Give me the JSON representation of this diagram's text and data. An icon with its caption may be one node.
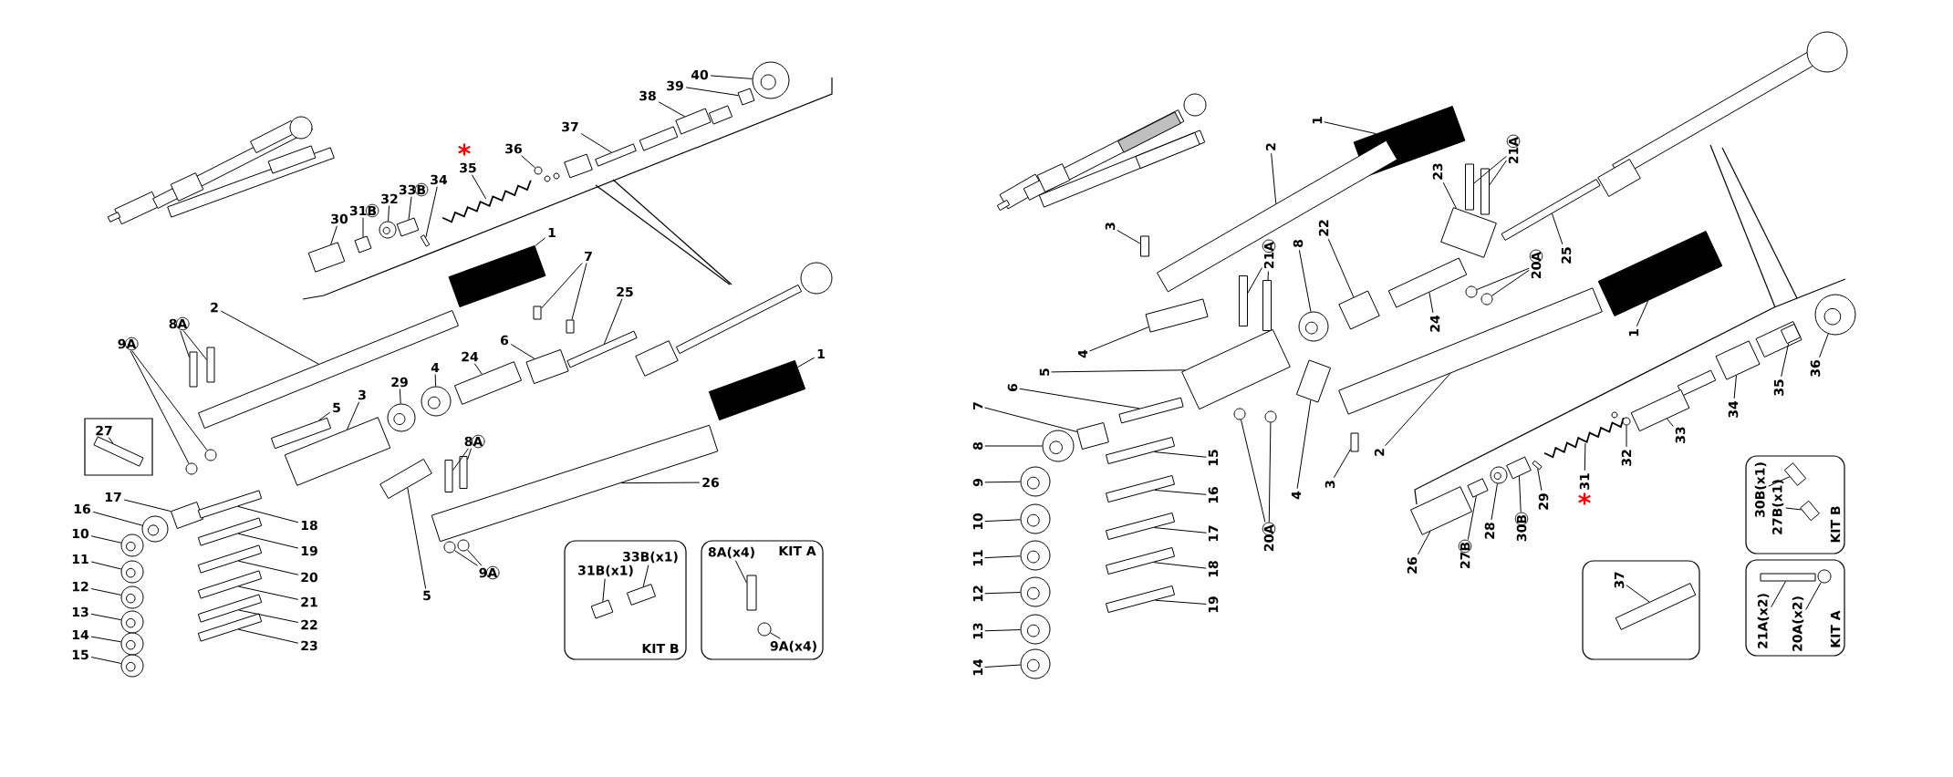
{
  "diagram": {
    "nodes": [
      {
        "text": [
          "40"
        ]
      },
      {
        "text": [
          "39"
        ]
      },
      {
        "text": [
          "38"
        ]
      },
      {
        "text": [
          "37"
        ]
      },
      {
        "text": [
          "36"
        ]
      },
      {
        "text": [
          "35"
        ]
      },
      {
        "text": [
          "34"
        ]
      },
      {
        "text": [
          "33B"
        ]
      },
      {
        "text": [
          "32"
        ]
      },
      {
        "text": [
          "31B"
        ]
      },
      {
        "text": [
          "30"
        ]
      },
      {
        "text": [
          "1"
        ]
      },
      {
        "text": [
          "7"
        ]
      },
      {
        "text": [
          "25"
        ]
      },
      {
        "text": [
          "2"
        ]
      },
      {
        "text": [
          "8A"
        ]
      },
      {
        "text": [
          "9A"
        ]
      },
      {
        "text": [
          "6"
        ]
      },
      {
        "text": [
          "24"
        ]
      },
      {
        "text": [
          "1"
        ]
      },
      {
        "text": [
          "4"
        ]
      },
      {
        "text": [
          "29"
        ]
      },
      {
        "text": [
          "3"
        ]
      },
      {
        "text": [
          "5"
        ]
      },
      {
        "text": [],
        "shape": "box"
      },
      {
        "text": [
          "27"
        ],
        "in": 24
      },
      {
        "text": [
          "17"
        ]
      },
      {
        "text": [
          "16"
        ]
      },
      {
        "text": [
          "10"
        ]
      },
      {
        "text": [
          "11"
        ]
      },
      {
        "text": [
          "12"
        ]
      },
      {
        "text": [
          "13"
        ]
      },
      {
        "text": [
          "14"
        ]
      },
      {
        "text": [
          "15"
        ]
      },
      {
        "text": [
          "18"
        ]
      },
      {
        "text": [
          "19"
        ]
      },
      {
        "text": [
          "20"
        ]
      },
      {
        "text": [
          "21"
        ]
      },
      {
        "text": [
          "22"
        ]
      },
      {
        "text": [
          "23"
        ]
      },
      {
        "text": [
          "8A"
        ]
      },
      {
        "text": [
          "26"
        ]
      },
      {
        "text": [
          "9A"
        ]
      },
      {
        "text": [
          "5"
        ]
      },
      {
        "text": [
          "KIT B"
        ]
      },
      {
        "text": [
          "31B(x1)"
        ],
        "in": 44
      },
      {
        "text": [
          "33B(x1)"
        ],
        "in": 44
      },
      {
        "text": [
          "KIT A"
        ]
      },
      {
        "text": [
          "8A(x4)"
        ],
        "in": 47
      },
      {
        "text": [
          "9A(x4)"
        ],
        "in": 47
      },
      {
        "text": [
          "1"
        ]
      },
      {
        "text": [
          "2"
        ]
      },
      {
        "text": [
          "3"
        ]
      },
      {
        "text": [
          "23"
        ]
      },
      {
        "text": [
          "21A"
        ]
      },
      {
        "text": [
          "21A"
        ]
      },
      {
        "text": [
          "8"
        ]
      },
      {
        "text": [
          "22"
        ]
      },
      {
        "text": [
          "24"
        ]
      },
      {
        "text": [
          "25"
        ]
      },
      {
        "text": [
          "20A"
        ]
      },
      {
        "text": [
          "1"
        ]
      },
      {
        "text": [
          "4"
        ]
      },
      {
        "text": [
          "5"
        ]
      },
      {
        "text": [
          "6"
        ]
      },
      {
        "text": [
          "7"
        ]
      },
      {
        "text": [
          "8"
        ]
      },
      {
        "text": [
          "9"
        ]
      },
      {
        "text": [
          "10"
        ]
      },
      {
        "text": [
          "11"
        ]
      },
      {
        "text": [
          "12"
        ]
      },
      {
        "text": [
          "13"
        ]
      },
      {
        "text": [
          "14"
        ]
      },
      {
        "text": [
          "15"
        ]
      },
      {
        "text": [
          "16"
        ]
      },
      {
        "text": [
          "17"
        ]
      },
      {
        "text": [
          "18"
        ]
      },
      {
        "text": [
          "19"
        ]
      },
      {
        "text": [
          "20A"
        ]
      },
      {
        "text": [
          "4"
        ]
      },
      {
        "text": [
          "3"
        ]
      },
      {
        "text": [
          "2"
        ]
      },
      {
        "text": [
          "26"
        ]
      },
      {
        "text": [
          "27B"
        ]
      },
      {
        "text": [
          "28"
        ]
      },
      {
        "text": [
          "30B"
        ]
      },
      {
        "text": [
          "29"
        ]
      },
      {
        "text": [
          "31"
        ]
      },
      {
        "text": [
          "32"
        ]
      },
      {
        "text": [
          "33"
        ]
      },
      {
        "text": [
          "34"
        ]
      },
      {
        "text": [
          "35"
        ]
      },
      {
        "text": [
          "36"
        ]
      },
      {
        "text": [],
        "shape": "box"
      },
      {
        "text": [
          "37"
        ],
        "in": 93
      },
      {
        "text": [
          "KIT B"
        ]
      },
      {
        "text": [
          "30B(x1)"
        ],
        "in": 95
      },
      {
        "text": [
          "27B(x1)"
        ],
        "in": 95
      },
      {
        "text": [
          "KIT A"
        ]
      },
      {
        "text": [
          "21A(x2)"
        ],
        "in": 98
      },
      {
        "text": [
          "20A(x2)"
        ],
        "in": 98
      },
      {
        "text": [],
        "shape": "circle"
      },
      {
        "text": [],
        "shape": "box"
      },
      {
        "text": [],
        "shape": "box"
      },
      {
        "text": [],
        "shape": "box"
      },
      {
        "text": [],
        "shape": "circle"
      },
      {
        "text": [],
        "shape": "picture"
      },
      {
        "text": [],
        "shape": "box"
      },
      {
        "text": [],
        "shape": "box"
      },
      {
        "text": [],
        "shape": "circle"
      },
      {
        "text": [],
        "shape": "box"
      },
      {
        "text": [],
        "shape": "box"
      },
      {
        "text": [],
        "shape": "box"
      },
      {
        "text": [],
        "shape": "box"
      },
      {
        "text": [],
        "shape": "box"
      },
      {
        "text": [],
        "shape": "box"
      },
      {
        "text": [],
        "shape": "box"
      },
      {
        "text": [],
        "shape": "box"
      },
      {
        "text": [],
        "shape": "box"
      },
      {
        "text": [],
        "shape": "circle"
      },
      {
        "text": [],
        "shape": "circle"
      },
      {
        "text": [],
        "shape": "box"
      },
      {
        "text": [],
        "shape": "box"
      },
      {
        "text": [],
        "shape": "box"
      },
      {
        "text": [],
        "shape": "circle"
      },
      {
        "text": [],
        "shape": "circle"
      },
      {
        "text": [],
        "shape": "box"
      },
      {
        "text": [],
        "shape": "box"
      },
      {
        "text": [],
        "shape": "box",
        "in": 24
      },
      {
        "text": [],
        "shape": "box"
      },
      {
        "text": [],
        "shape": "circle"
      },
      {
        "text": [],
        "shape": "circle"
      },
      {
        "text": [],
        "shape": "circle"
      },
      {
        "text": [],
        "shape": "circle"
      },
      {
        "text": [],
        "shape": "circle"
      },
      {
        "text": [],
        "shape": "circle"
      },
      {
        "text": [],
        "shape": "circle"
      },
      {
        "text": [],
        "shape": "box"
      },
      {
        "text": [],
        "shape": "box"
      },
      {
        "text": [],
        "shape": "box"
      },
      {
        "text": [],
        "shape": "box"
      },
      {
        "text": [],
        "shape": "box"
      },
      {
        "text": [],
        "shape": "box"
      },
      {
        "text": [],
        "shape": "box"
      },
      {
        "text": [],
        "shape": "box"
      },
      {
        "text": [],
        "shape": "box"
      },
      {
        "text": [],
        "shape": "circle"
      },
      {
        "text": [],
        "shape": "circle"
      },
      {
        "text": [],
        "shape": "box"
      },
      {
        "text": [],
        "shape": "box",
        "in": 44
      },
      {
        "text": [],
        "shape": "box",
        "in": 44
      },
      {
        "text": [],
        "shape": "box",
        "in": 47
      },
      {
        "text": [],
        "shape": "circle",
        "in": 47
      },
      {
        "text": [],
        "shape": "box"
      },
      {
        "text": [],
        "shape": "box"
      },
      {
        "text": [],
        "shape": "box"
      },
      {
        "text": [],
        "shape": "box"
      },
      {
        "text": [],
        "shape": "box"
      },
      {
        "text": [],
        "shape": "box"
      },
      {
        "text": [],
        "shape": "box"
      },
      {
        "text": [],
        "shape": "box"
      },
      {
        "text": [],
        "shape": "circle"
      },
      {
        "text": [],
        "shape": "box"
      },
      {
        "text": [],
        "shape": "box"
      },
      {
        "text": [],
        "shape": "box"
      },
      {
        "text": [],
        "shape": "circle"
      },
      {
        "text": [],
        "shape": "circle"
      },
      {
        "text": [],
        "shape": "box"
      },
      {
        "text": [],
        "shape": "box"
      },
      {
        "text": [],
        "shape": "box"
      },
      {
        "text": [],
        "shape": "box"
      },
      {
        "text": [],
        "shape": "box"
      },
      {
        "text": [],
        "shape": "circle"
      },
      {
        "text": [],
        "shape": "circle"
      },
      {
        "text": [],
        "shape": "circle"
      },
      {
        "text": [],
        "shape": "circle"
      },
      {
        "text": [],
        "shape": "circle"
      },
      {
        "text": [],
        "shape": "circle"
      },
      {
        "text": [],
        "shape": "circle"
      },
      {
        "text": [],
        "shape": "box"
      },
      {
        "text": [],
        "shape": "box"
      },
      {
        "text": [],
        "shape": "box"
      },
      {
        "text": [],
        "shape": "box"
      },
      {
        "text": [],
        "shape": "box"
      },
      {
        "text": [],
        "shape": "circle"
      },
      {
        "text": [],
        "shape": "circle"
      },
      {
        "text": [],
        "shape": "box"
      },
      {
        "text": [],
        "shape": "box"
      },
      {
        "text": [],
        "shape": "box"
      },
      {
        "text": [],
        "shape": "box"
      },
      {
        "text": [],
        "shape": "box"
      },
      {
        "text": [],
        "shape": "circle"
      },
      {
        "text": [],
        "shape": "box"
      },
      {
        "text": [],
        "shape": "box"
      },
      {
        "text": [],
        "shape": "picture"
      },
      {
        "text": [],
        "shape": "circle"
      },
      {
        "text": [],
        "shape": "box"
      },
      {
        "text": [],
        "shape": "box"
      },
      {
        "text": [],
        "shape": "box"
      },
      {
        "text": [],
        "shape": "circle"
      },
      {
        "text": [],
        "shape": "box",
        "in": 93
      },
      {
        "text": [],
        "shape": "box",
        "in": 95
      },
      {
        "text": [],
        "shape": "box",
        "in": 95
      },
      {
        "text": [],
        "shape": "box",
        "in": 98
      },
      {
        "text": [],
        "shape": "circle",
        "in": 98
      }
    ],
    "edges": [
      {
        "from": 0,
        "to": 101,
        "arrow": "none"
      },
      {
        "from": 1,
        "to": 102,
        "arrow": "none"
      },
      {
        "from": 2,
        "to": 103,
        "arrow": "none"
      },
      {
        "from": 3,
        "to": 104,
        "arrow": "none"
      },
      {
        "from": 4,
        "to": 105,
        "arrow": "none"
      },
      {
        "from": 5,
        "to": 106,
        "arrow": "none"
      },
      {
        "from": 6,
        "to": 107,
        "arrow": "none"
      },
      {
        "from": 7,
        "to": 108,
        "arrow": "none"
      },
      {
        "from": 8,
        "to": 109,
        "arrow": "none"
      },
      {
        "from": 9,
        "to": 110,
        "arrow": "none"
      },
      {
        "from": 10,
        "to": 111,
        "arrow": "none"
      },
      {
        "from": 11,
        "to": 112,
        "arrow": "none"
      },
      {
        "from": 12,
        "to": 113,
        "arrow": "none"
      },
      {
        "from": 12,
        "to": 114,
        "arrow": "none"
      },
      {
        "from": 13,
        "to": 115,
        "arrow": "none"
      },
      {
        "from": 14,
        "to": 116,
        "arrow": "none"
      },
      {
        "from": 15,
        "to": 117,
        "arrow": "none"
      },
      {
        "from": 15,
        "to": 118,
        "arrow": "none"
      },
      {
        "from": 16,
        "to": 119,
        "arrow": "none"
      },
      {
        "from": 16,
        "to": 120,
        "arrow": "none"
      },
      {
        "from": 17,
        "to": 121,
        "arrow": "none"
      },
      {
        "from": 18,
        "to": 122,
        "arrow": "none"
      },
      {
        "from": 19,
        "to": 123,
        "arrow": "none"
      },
      {
        "from": 20,
        "to": 124,
        "arrow": "none"
      },
      {
        "from": 21,
        "to": 125,
        "arrow": "none"
      },
      {
        "from": 22,
        "to": 126,
        "arrow": "none"
      },
      {
        "from": 23,
        "to": 127,
        "arrow": "none"
      },
      {
        "from": 25,
        "to": 128,
        "arrow": "none"
      },
      {
        "from": 26,
        "to": 129,
        "arrow": "none"
      },
      {
        "from": 27,
        "to": 130,
        "arrow": "none"
      },
      {
        "from": 28,
        "to": 131,
        "arrow": "none"
      },
      {
        "from": 29,
        "to": 132,
        "arrow": "none"
      },
      {
        "from": 30,
        "to": 133,
        "arrow": "none"
      },
      {
        "from": 31,
        "to": 134,
        "arrow": "none"
      },
      {
        "from": 32,
        "to": 135,
        "arrow": "none"
      },
      {
        "from": 33,
        "to": 136,
        "arrow": "none"
      },
      {
        "from": 34,
        "to": 137,
        "arrow": "none"
      },
      {
        "from": 35,
        "to": 138,
        "arrow": "none"
      },
      {
        "from": 36,
        "to": 139,
        "arrow": "none"
      },
      {
        "from": 37,
        "to": 140,
        "arrow": "none"
      },
      {
        "from": 38,
        "to": 141,
        "arrow": "none"
      },
      {
        "from": 39,
        "to": 142,
        "arrow": "none"
      },
      {
        "from": 40,
        "to": 143,
        "arrow": "none"
      },
      {
        "from": 40,
        "to": 144,
        "arrow": "none"
      },
      {
        "from": 41,
        "to": 145,
        "arrow": "none"
      },
      {
        "from": 42,
        "to": 146,
        "arrow": "none"
      },
      {
        "from": 42,
        "to": 147,
        "arrow": "none"
      },
      {
        "from": 43,
        "to": 148,
        "arrow": "none"
      },
      {
        "from": 45,
        "to": 149,
        "arrow": "none"
      },
      {
        "from": 46,
        "to": 150,
        "arrow": "none"
      },
      {
        "from": 48,
        "to": 151,
        "arrow": "none"
      },
      {
        "from": 49,
        "to": 152,
        "arrow": "none"
      },
      {
        "from": 50,
        "to": 153,
        "arrow": "none"
      },
      {
        "from": 51,
        "to": 154,
        "arrow": "none"
      },
      {
        "from": 52,
        "to": 155,
        "arrow": "none"
      },
      {
        "from": 53,
        "to": 156,
        "arrow": "none"
      },
      {
        "from": 54,
        "to": 157,
        "arrow": "none"
      },
      {
        "from": 54,
        "to": 158,
        "arrow": "none"
      },
      {
        "from": 55,
        "to": 159,
        "arrow": "none"
      },
      {
        "from": 55,
        "to": 160,
        "arrow": "none"
      },
      {
        "from": 56,
        "to": 161,
        "arrow": "none"
      },
      {
        "from": 57,
        "to": 162,
        "arrow": "none"
      },
      {
        "from": 58,
        "to": 163,
        "arrow": "none"
      },
      {
        "from": 59,
        "to": 164,
        "arrow": "none"
      },
      {
        "from": 60,
        "to": 165,
        "arrow": "none"
      },
      {
        "from": 60,
        "to": 166,
        "arrow": "none"
      },
      {
        "from": 61,
        "to": 167,
        "arrow": "none"
      },
      {
        "from": 62,
        "to": 168,
        "arrow": "none"
      },
      {
        "from": 63,
        "to": 169,
        "arrow": "none"
      },
      {
        "from": 64,
        "to": 170,
        "arrow": "none"
      },
      {
        "from": 65,
        "to": 171,
        "arrow": "none"
      },
      {
        "from": 66,
        "to": 172,
        "arrow": "none"
      },
      {
        "from": 67,
        "to": 173,
        "arrow": "none"
      },
      {
        "from": 68,
        "to": 174,
        "arrow": "none"
      },
      {
        "from": 69,
        "to": 175,
        "arrow": "none"
      },
      {
        "from": 70,
        "to": 176,
        "arrow": "none"
      },
      {
        "from": 71,
        "to": 177,
        "arrow": "none"
      },
      {
        "from": 72,
        "to": 178,
        "arrow": "none"
      },
      {
        "from": 73,
        "to": 179,
        "arrow": "none"
      },
      {
        "from": 74,
        "to": 180,
        "arrow": "none"
      },
      {
        "from": 75,
        "to": 181,
        "arrow": "none"
      },
      {
        "from": 76,
        "to": 182,
        "arrow": "none"
      },
      {
        "from": 77,
        "to": 183,
        "arrow": "none"
      },
      {
        "from": 78,
        "to": 184,
        "arrow": "none"
      },
      {
        "from": 78,
        "to": 185,
        "arrow": "none"
      },
      {
        "from": 79,
        "to": 186,
        "arrow": "none"
      },
      {
        "from": 80,
        "to": 187,
        "arrow": "none"
      },
      {
        "from": 81,
        "to": 188,
        "arrow": "none"
      },
      {
        "from": 82,
        "to": 189,
        "arrow": "none"
      },
      {
        "from": 83,
        "to": 190,
        "arrow": "none"
      },
      {
        "from": 84,
        "to": 191,
        "arrow": "none"
      },
      {
        "from": 85,
        "to": 192,
        "arrow": "none"
      },
      {
        "from": 86,
        "to": 193,
        "arrow": "none"
      },
      {
        "from": 87,
        "to": 194,
        "arrow": "none"
      },
      {
        "from": 88,
        "to": 195,
        "arrow": "none"
      },
      {
        "from": 89,
        "to": 196,
        "arrow": "none"
      },
      {
        "from": 90,
        "to": 197,
        "arrow": "none"
      },
      {
        "from": 91,
        "to": 198,
        "arrow": "none"
      },
      {
        "from": 92,
        "to": 199,
        "arrow": "none"
      },
      {
        "from": 94,
        "to": 200,
        "arrow": "none"
      },
      {
        "from": 96,
        "to": 201,
        "arrow": "none"
      },
      {
        "from": 97,
        "to": 202,
        "arrow": "none"
      },
      {
        "from": 99,
        "to": 203,
        "arrow": "none"
      },
      {
        "from": 100,
        "to": 204,
        "arrow": "none"
      }
    ],
    "labels": [
      "*",
      "*"
    ]
  }
}
